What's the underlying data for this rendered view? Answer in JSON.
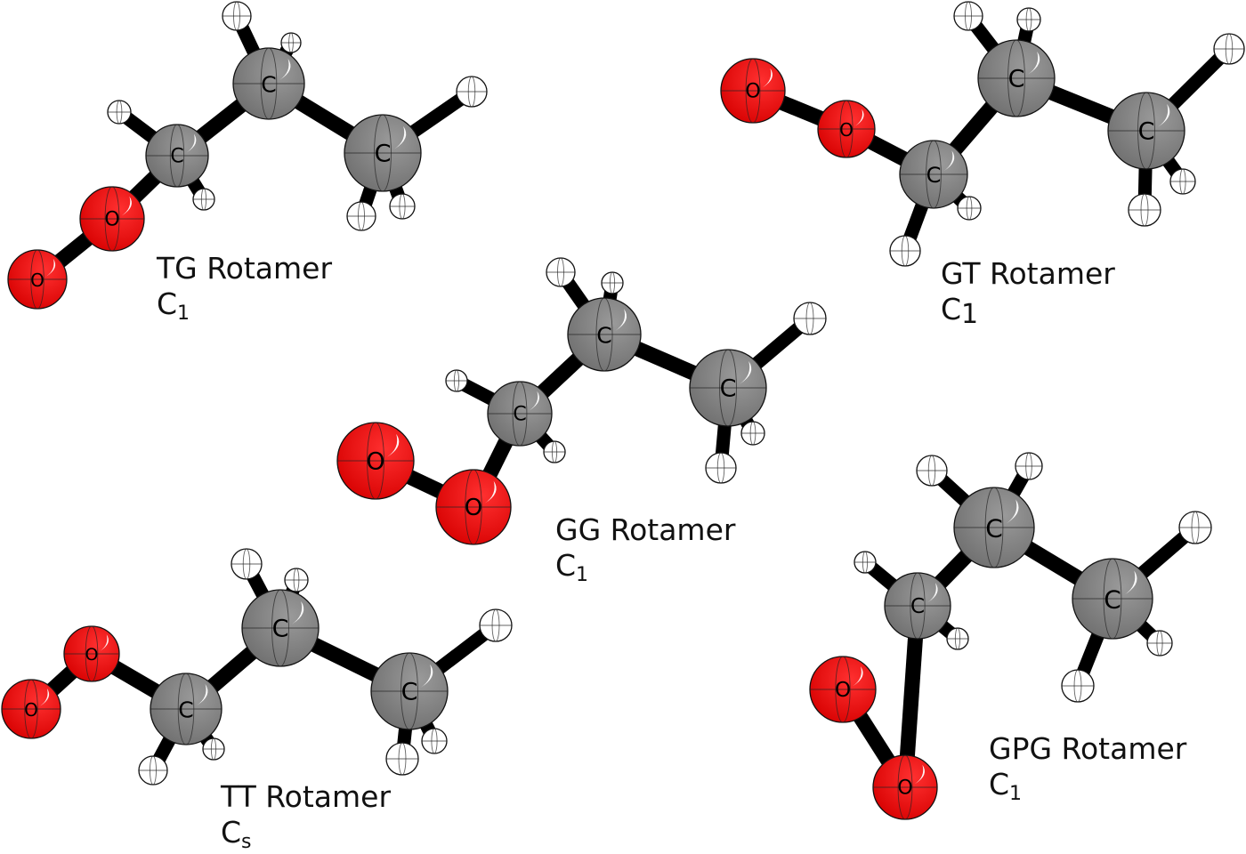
{
  "colors": {
    "oxygen": "#e8000b",
    "carbon": "#7d7d7d",
    "hydrogen": "#ffffff",
    "bond": "#000000",
    "outline": "#111111"
  },
  "element_labels": {
    "carbon": "C",
    "oxygen": "O"
  },
  "rotamers": [
    {
      "name": "TG Rotamer",
      "symmetry": "C",
      "symmetry_sub": "1"
    },
    {
      "name": "GT Rotamer",
      "symmetry": "C",
      "symmetry_sub": "1"
    },
    {
      "name": "GG Rotamer",
      "symmetry": "C",
      "symmetry_sub": "1"
    },
    {
      "name": "TT Rotamer",
      "symmetry": "C",
      "symmetry_sub": "s"
    },
    {
      "name": "GPG Rotamer",
      "symmetry": "C",
      "symmetry_sub": "1"
    }
  ]
}
